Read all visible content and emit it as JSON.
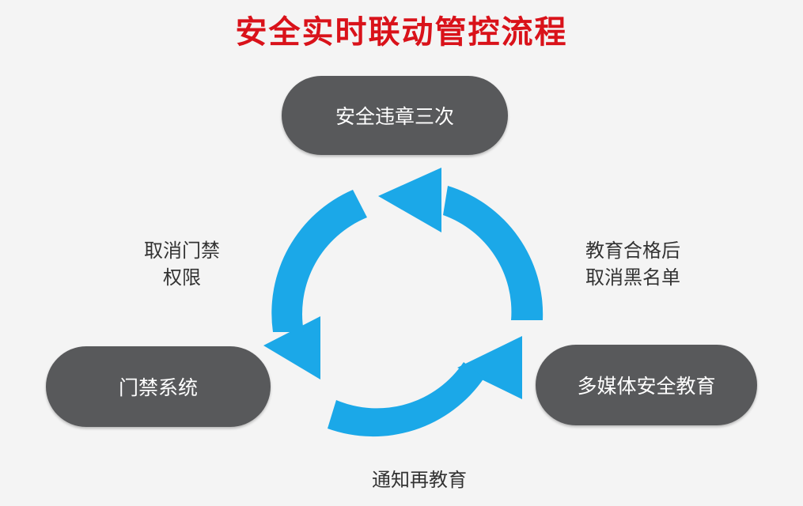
{
  "title": "安全实时联动管控流程",
  "nodes": {
    "top": "安全违章三次",
    "left": "门禁系统",
    "right": "多媒体安全教育"
  },
  "labels": {
    "left_line1": "取消门禁",
    "left_line2": "权限",
    "right_line1": "教育合格后",
    "right_line2": "取消黑名单",
    "bottom": "通知再教育"
  },
  "colors": {
    "title": "#d9121a",
    "node_fill": "#58595b",
    "arrow": "#1ba8e8"
  }
}
